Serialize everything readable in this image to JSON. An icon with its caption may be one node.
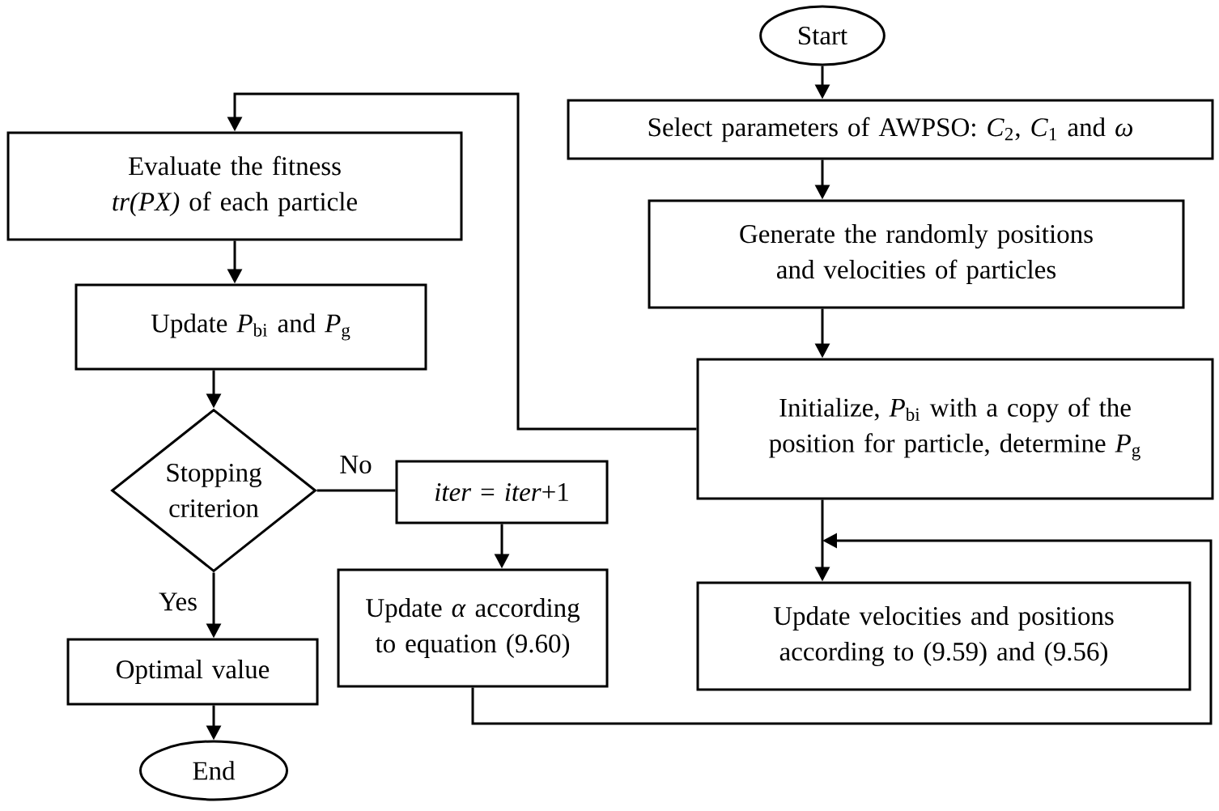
{
  "diagram": {
    "nodes": [
      {
        "text": [
          "Start"
        ]
      },
      {
        "text": [
          "Select parameters of AWPSO: *C*$_{2}$, *C*$_{1}$ and *ω*"
        ]
      },
      {
        "text": [
          "Generate the randomly positions and velocities of particles"
        ]
      },
      {
        "text": [
          "Initialize, *P*$_{bi}$ with a copy of the position for particle, determine *P*$_{g}$"
        ]
      },
      {
        "text": [
          "Update velocities and positions according to (9.59) and (9.56)"
        ]
      },
      {
        "text": [
          "Evaluate the fitness *tr(PX)* of each particle"
        ]
      },
      {
        "text": [
          "Update *P*$_{bi}$ and *P*$_{g}$"
        ]
      },
      {
        "text": [
          "Stopping criterion"
        ]
      },
      {
        "text": [
          "Optimal value"
        ]
      },
      {
        "text": [
          "End"
        ]
      },
      {
        "text": [
          "*iter* = *iter*+1"
        ]
      },
      {
        "text": [
          "Update *α* according to equation (9.60)"
        ]
      }
    ],
    "edges": [
      {
        "from": 0,
        "to": 1,
        "arrow": "to"
      },
      {
        "from": 1,
        "to": 2,
        "arrow": "to"
      },
      {
        "from": 2,
        "to": 3,
        "arrow": "to"
      },
      {
        "from": 3,
        "to": 4,
        "arrow": "to"
      },
      {
        "from": 3,
        "to": 5,
        "arrow": "to"
      },
      {
        "from": 5,
        "to": 6,
        "arrow": "to"
      },
      {
        "from": 6,
        "to": 7,
        "arrow": "to"
      },
      {
        "from": 7,
        "to": 10,
        "arrow": "none",
        "label": "No"
      },
      {
        "from": 7,
        "to": 8,
        "arrow": "to",
        "label": "Yes"
      },
      {
        "from": 8,
        "to": 9,
        "arrow": "to"
      },
      {
        "from": 10,
        "to": 11,
        "arrow": "to"
      },
      {
        "from": 11,
        "to": 4,
        "arrow": "to"
      }
    ]
  }
}
